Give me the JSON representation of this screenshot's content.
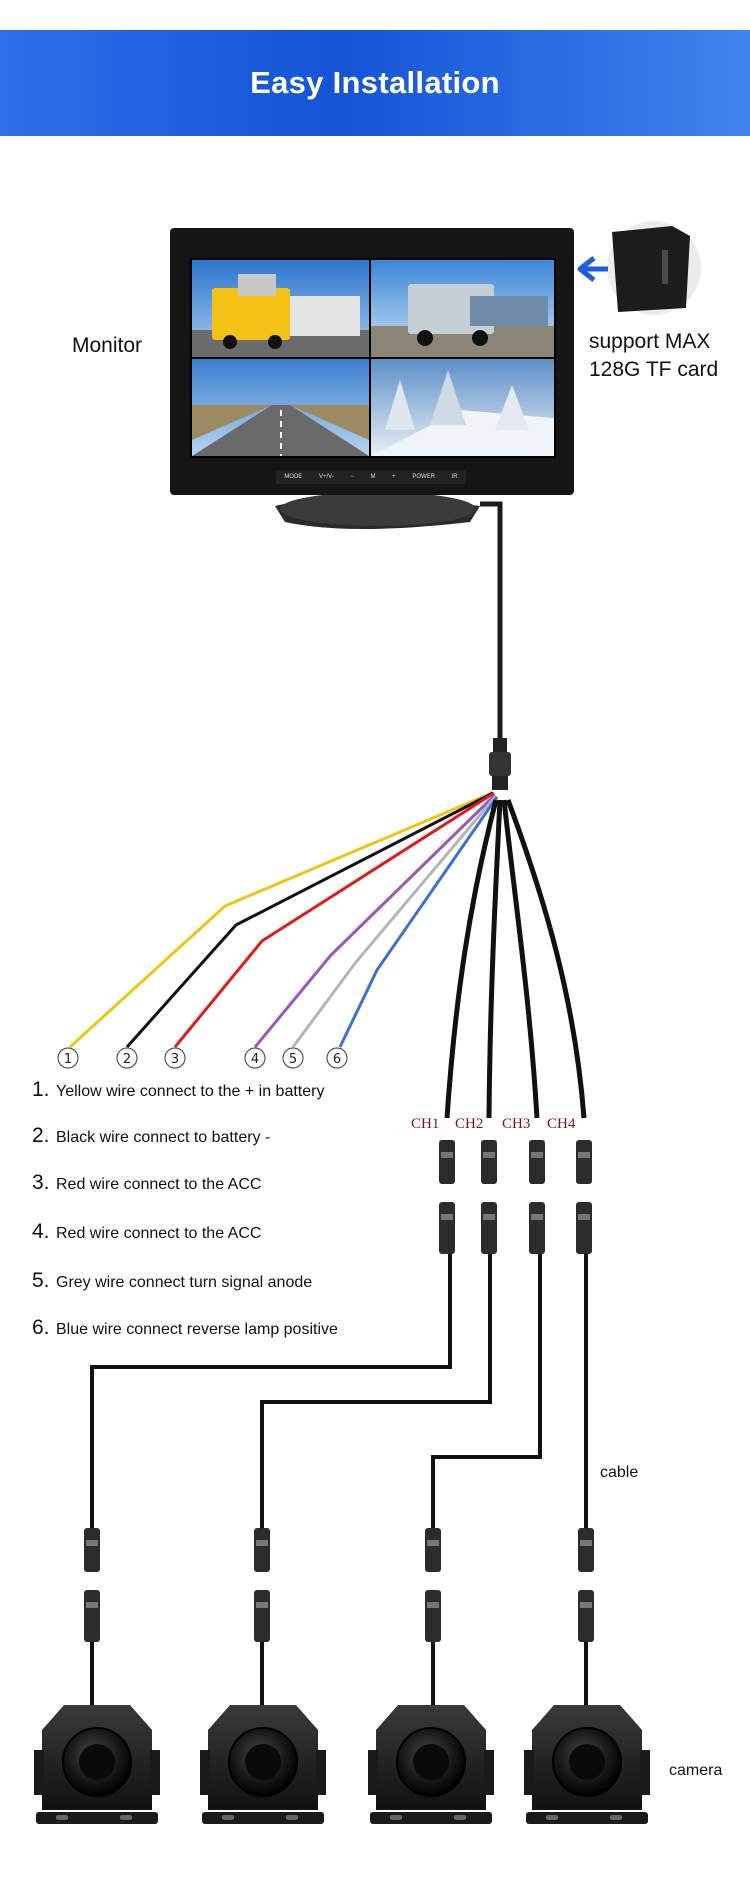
{
  "header": {
    "title": "Easy Installation"
  },
  "labels": {
    "monitor": "Monitor",
    "tf_card_line1": "support MAX",
    "tf_card_line2": "128G TF card",
    "cable": "cable",
    "camera": "camera"
  },
  "monitor_buttons": [
    "MODE",
    "V+/V-",
    "−",
    "M",
    "+",
    "POWER",
    "IR"
  ],
  "channels": [
    "CH1",
    "CH2",
    "CH3",
    "CH4"
  ],
  "wire_markers": [
    "①",
    "②",
    "③",
    "④",
    "⑤",
    "⑥"
  ],
  "wires": [
    {
      "num": "1.",
      "text": "Yellow wire connect to the + in battery",
      "color": "#f2c40f"
    },
    {
      "num": "2.",
      "text": "Black wire connect to battery -",
      "color": "#111111"
    },
    {
      "num": "3.",
      "text": "Red wire connect to the ACC",
      "color": "#e01b1b"
    },
    {
      "num": "4.",
      "text": "Red wire connect to the ACC",
      "color": "#9a57b8"
    },
    {
      "num": "5.",
      "text": "Grey wire connect turn signal anode",
      "color": "#b5b5b5"
    },
    {
      "num": "6.",
      "text": "Blue wire connect reverse lamp positive",
      "color": "#3f6fd6"
    }
  ],
  "accent": "#1a5fe0"
}
